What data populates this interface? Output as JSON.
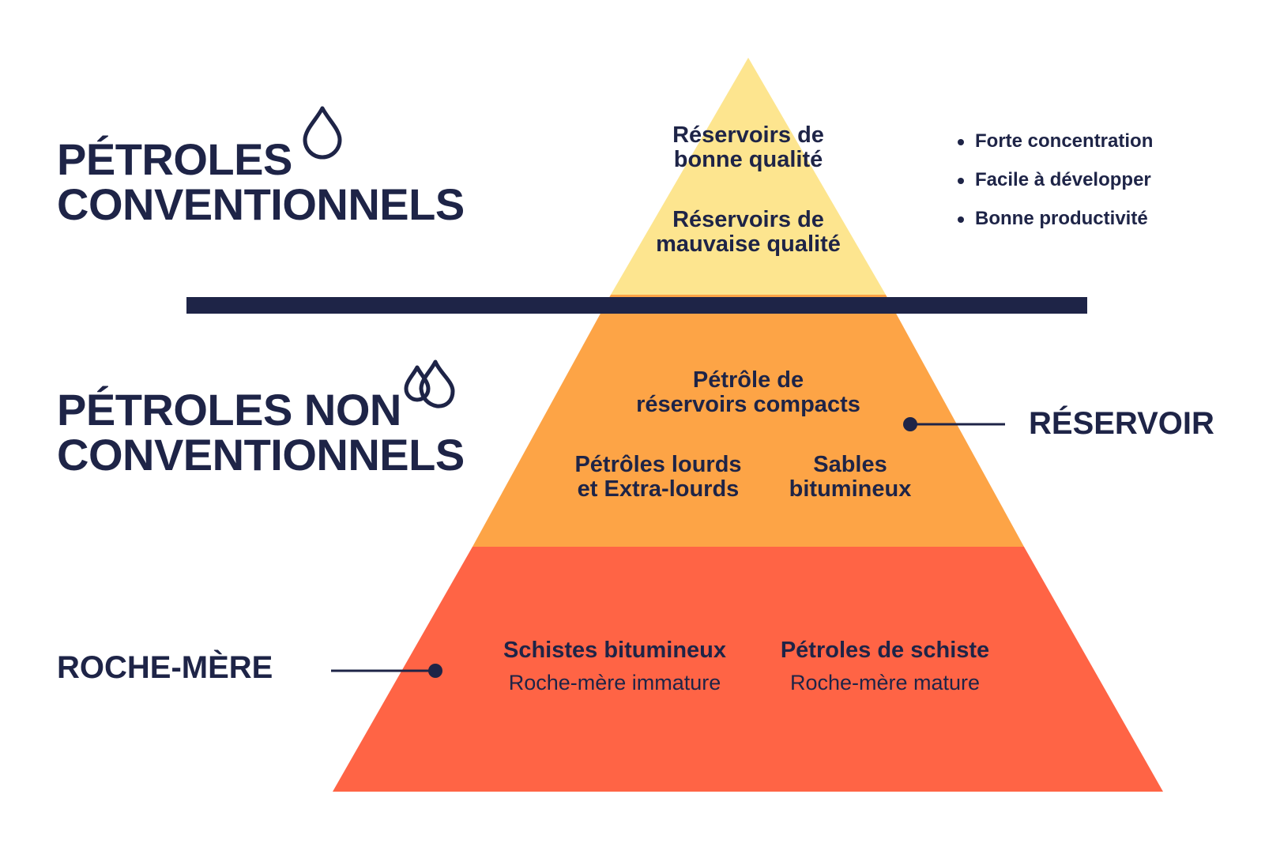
{
  "headings": {
    "conventional": [
      "PÉTROLES",
      "CONVENTIONNELS"
    ],
    "unconventional": [
      "PÉTROLES NON",
      "CONVENTIONNELS"
    ]
  },
  "side_labels": {
    "reservoir": "RÉSERVOIR",
    "source_rock": "ROCHE-MÈRE"
  },
  "pyramid": {
    "top": {
      "color": "#fde58f",
      "cells": [
        {
          "lines": [
            "Réservoirs de",
            "bonne qualité"
          ]
        },
        {
          "lines": [
            "Réservoirs de",
            "mauvaise qualité"
          ]
        }
      ]
    },
    "middle": {
      "color": "#fda446",
      "cells": [
        {
          "lines": [
            "Pétrôle de",
            "réservoirs compacts"
          ]
        },
        {
          "lines": [
            "Pétrôles lourds",
            "et Extra-lourds"
          ]
        },
        {
          "lines": [
            "Sables",
            "bitumineux"
          ]
        }
      ]
    },
    "bottom": {
      "color": "#ff6445",
      "cells": [
        {
          "title": "Schistes bitumineux",
          "subtitle": "Roche-mère immature"
        },
        {
          "title": "Pétroles de schiste",
          "subtitle": "Roche-mère mature"
        }
      ]
    }
  },
  "bullets": [
    "Forte concentration",
    "Facile à développer",
    "Bonne productivité"
  ],
  "colors": {
    "ink": "#1e2447",
    "divider": "#1e2447"
  },
  "icons": {
    "conventional": "oil-drop-icon",
    "unconventional": "oil-drops-icon"
  }
}
